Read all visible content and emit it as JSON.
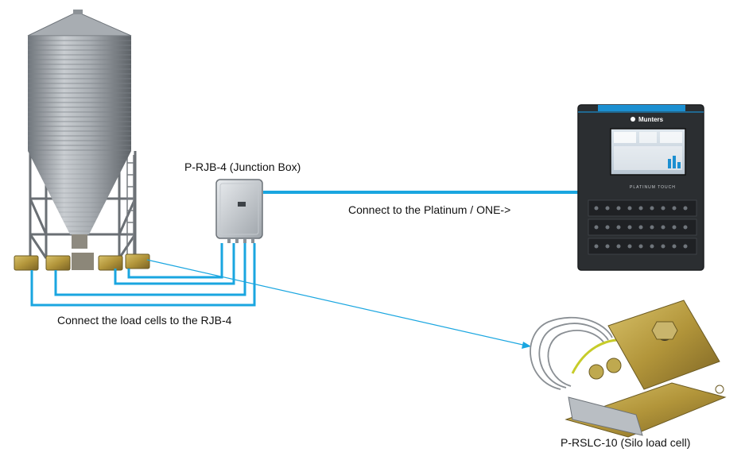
{
  "labels": {
    "junction_box": "P-RJB-4 (Junction Box)",
    "platinum_connection": "Connect to the Platinum / ONE->",
    "load_cells_connection": "Connect the load cells to the RJB-4",
    "silo_load_cell": "P-RSLC-10 (Silo load cell)"
  },
  "controller": {
    "brand": "Munters",
    "panel_text": "PLATINUM TOUCH"
  },
  "colors": {
    "cable": "#1aa6e0",
    "silo_metal": "#9ea3a8",
    "controller_body": "#2b2e31",
    "controller_accent": "#1b8fd1",
    "load_cell_brass": "#b79a3a"
  }
}
